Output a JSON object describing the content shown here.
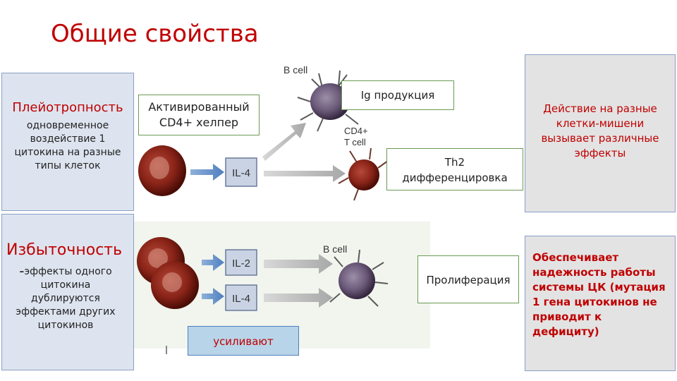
{
  "title": "Общие свойства",
  "pleiotropy": {
    "heading": "Плейотропность",
    "desc": "одновременное воздействие 1 цитокина на разные типы клеток",
    "effect": "Действие на разные клетки-мишени вызывает различные эффекты"
  },
  "redundancy": {
    "heading": "Избыточность",
    "desc_prefix": "-",
    "desc": "эффекты одного цитокина дублируются эффектами других цитокинов",
    "effect": "Обеспечивает надежность работы системы ЦК (мутация 1 гена цитокинов не приводит к дефициту)"
  },
  "labels": {
    "activated_line1": "Активированный",
    "activated_line2": "CD4+ хелпер",
    "ig": "Ig продукция",
    "th2": "Th2",
    "differentiation": "дифференцировка",
    "proliferation": "Пролиферация",
    "enhance": "усиливают"
  },
  "diagram": {
    "b_cell": "B cell",
    "cd4": "CD4+",
    "t_cell": "T cell",
    "il4": "IL-4",
    "il2": "IL-2"
  },
  "colors": {
    "accent_red": "#c00000",
    "left_box_bg": "#dde4ef",
    "right_box_bg": "#e3e3e3",
    "label_border": "#6a9a55",
    "enhance_bg": "#b8d4e8"
  }
}
